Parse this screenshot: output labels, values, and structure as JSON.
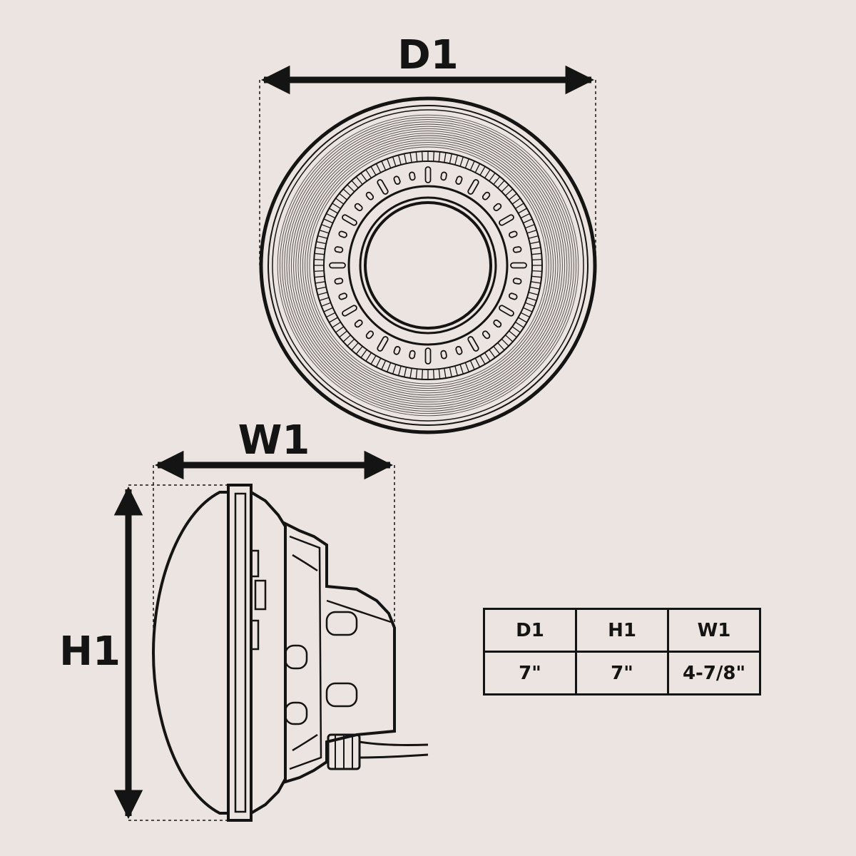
{
  "dimension_labels": {
    "diameter": "D1",
    "width": "W1",
    "height": "H1"
  },
  "spec_table": {
    "headers": [
      "D1",
      "H1",
      "W1"
    ],
    "values": [
      "7\"",
      "7\"",
      "4-7/8\""
    ]
  },
  "colors": {
    "background": "#ece4e0",
    "ink": "#141414"
  }
}
